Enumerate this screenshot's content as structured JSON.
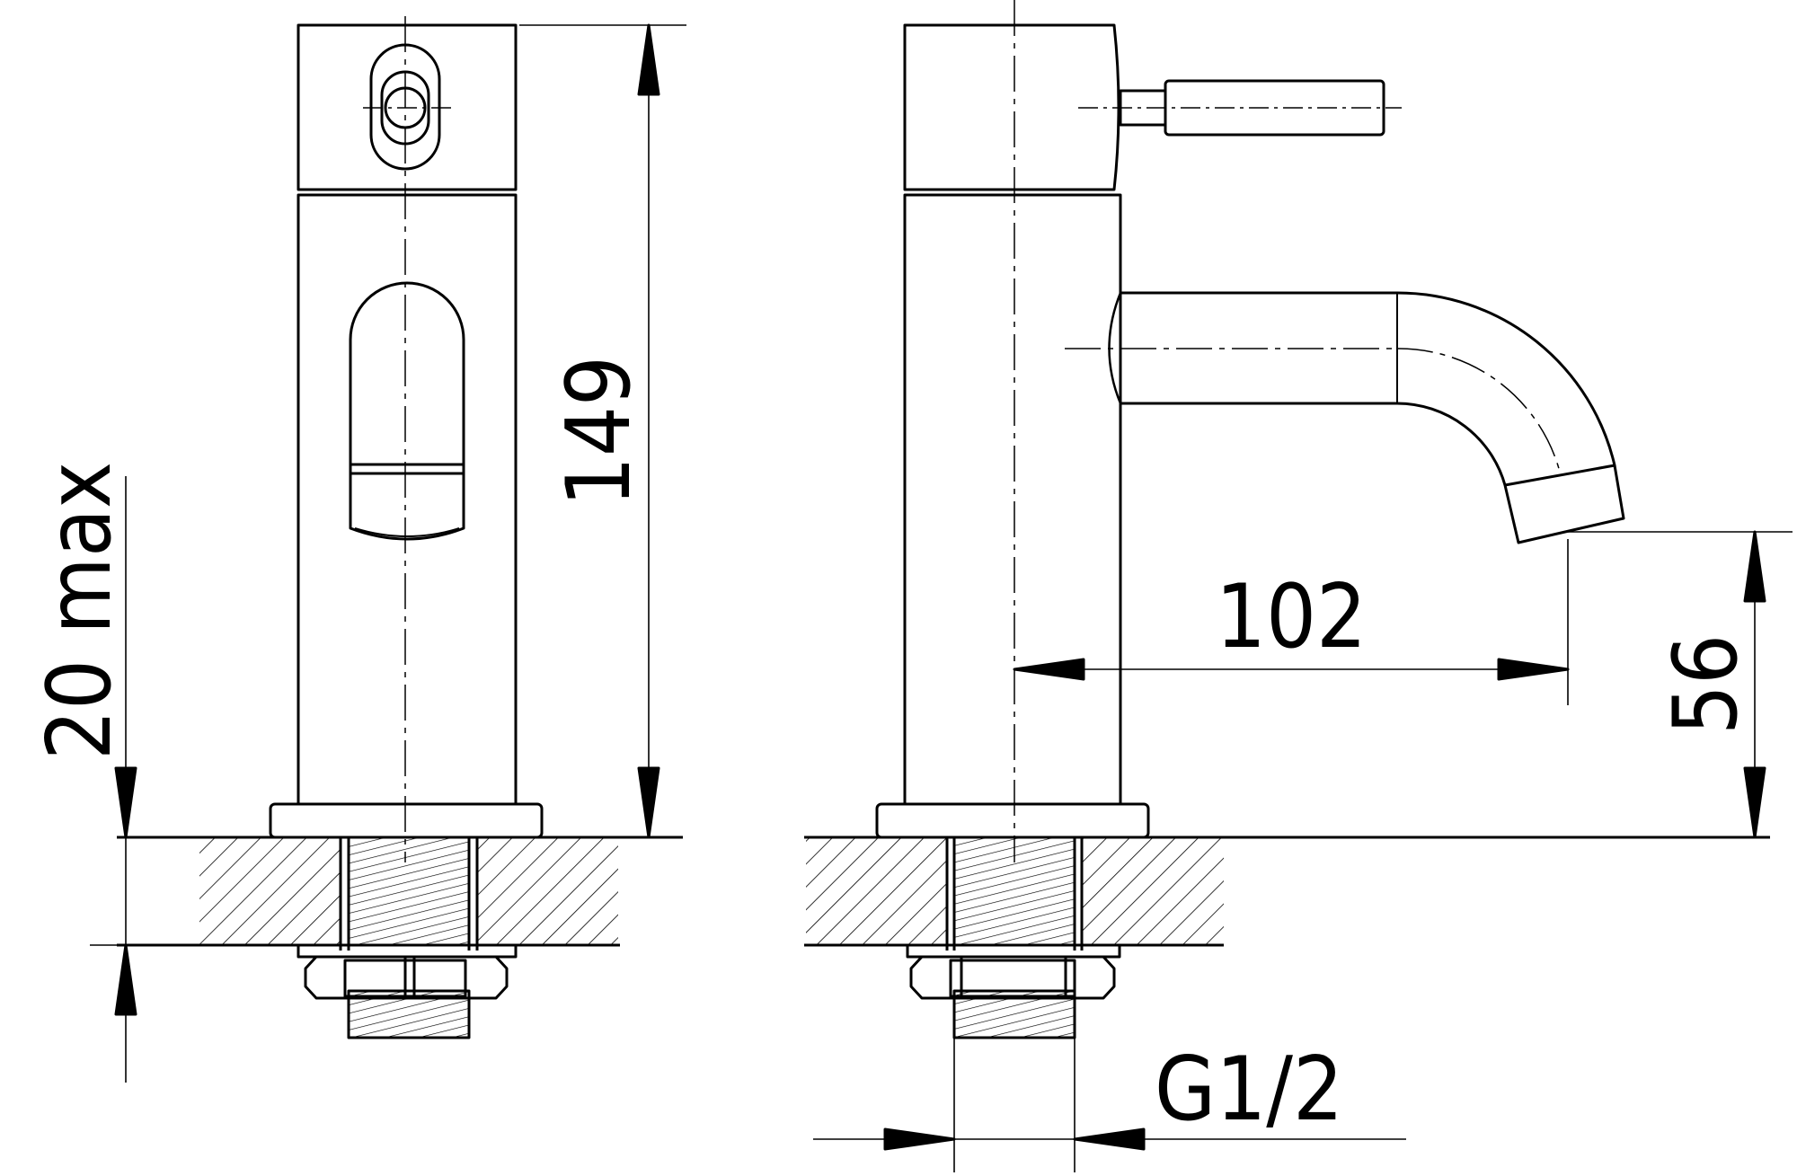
{
  "dimensions": {
    "height_total": "149",
    "deck_max": "20 max",
    "spout_reach": "102",
    "spout_height": "56",
    "thread": "G1/2"
  }
}
